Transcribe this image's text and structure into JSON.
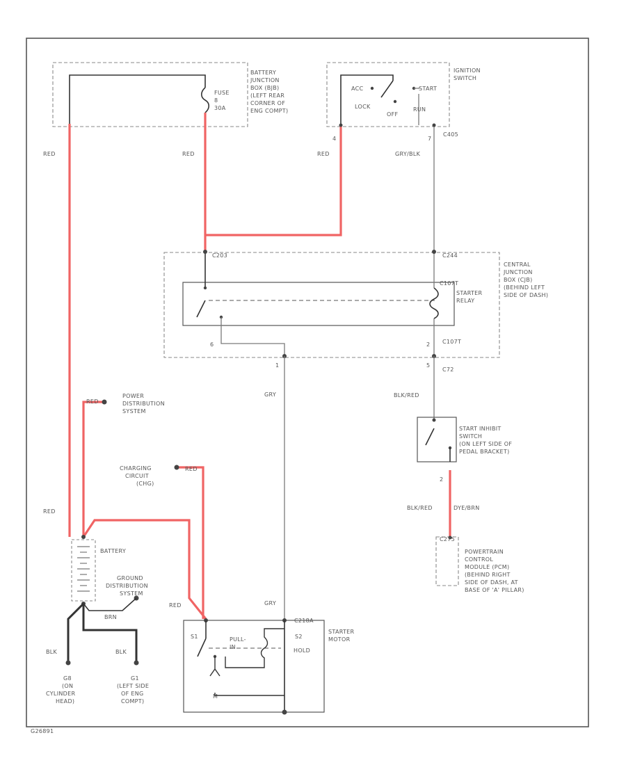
{
  "colors": {
    "hot_wire": "#f06464",
    "wire": "#7a7a7a",
    "frame": "#555555"
  },
  "battery_junction_box": [
    "BATTERY",
    "JUNCTION",
    "BOX (BJB)",
    "(LEFT REAR",
    "CORNER OF",
    "ENG COMPT)"
  ],
  "fuse": [
    "FUSE",
    "8",
    "30A"
  ],
  "ignition_switch": {
    "title": [
      "IGNITION",
      "SWITCH"
    ],
    "positions": [
      "ACC",
      "START",
      "LOCK",
      "OFF",
      "RUN"
    ],
    "pins": [
      "4",
      "7"
    ],
    "connector": "C405"
  },
  "wire_colors": {
    "red": "RED",
    "gry_blk": "GRY/BLK",
    "gry": "GRY",
    "blk_red": "BLK/RED",
    "blk": "BLK",
    "brn": "BRN",
    "blk_red_ids": "DYE/BRN"
  },
  "central_junction_box": {
    "title": [
      "CENTRAL",
      "JUNCTION",
      "BOX (CJB)",
      "(BEHIND LEFT",
      "SIDE OF DASH)"
    ],
    "connectors": [
      "C203",
      "C244",
      "C107T",
      "C107T"
    ],
    "pins": [
      "6",
      "1",
      "2",
      "5"
    ],
    "relay": [
      "STARTER",
      "RELAY"
    ]
  },
  "lower_connector": {
    "pin": "5",
    "connector": "C72"
  },
  "start_inhibit_switch": {
    "title": [
      "START INHIBIT",
      "SWITCH",
      "(ON LEFT SIDE OF",
      "PEDAL BRACKET)"
    ],
    "pin": "2"
  },
  "pcm": {
    "title": [
      "POWERTRAIN",
      "CONTROL",
      "MODULE (PCM)",
      "(BEHIND RIGHT",
      "SIDE OF DASH, AT",
      "BASE OF 'A' PILLAR)"
    ],
    "connector": "C275"
  },
  "power_distribution": [
    "POWER",
    "DISTRIBUTION",
    "SYSTEM"
  ],
  "charging_circuit": [
    "CHARGING",
    "CIRCUIT",
    "(CHG)"
  ],
  "battery": "BATTERY",
  "ground_distribution": [
    "GROUND",
    "DISTRIBUTION",
    "SYSTEM"
  ],
  "grounds": {
    "g8": [
      "G8",
      "(ON",
      "CYLINDER",
      "HEAD)"
    ],
    "g1": [
      "G1",
      "(LEFT SIDE",
      "OF ENG",
      "COMPT)"
    ]
  },
  "starter_motor": {
    "title": [
      "STARTER",
      "MOTOR"
    ],
    "terminals": [
      "S1",
      "S2",
      "M"
    ],
    "pull": "PULL-",
    "in": "IN",
    "hold": "HOLD",
    "connector": "C218A"
  },
  "figure_code": "G26891"
}
